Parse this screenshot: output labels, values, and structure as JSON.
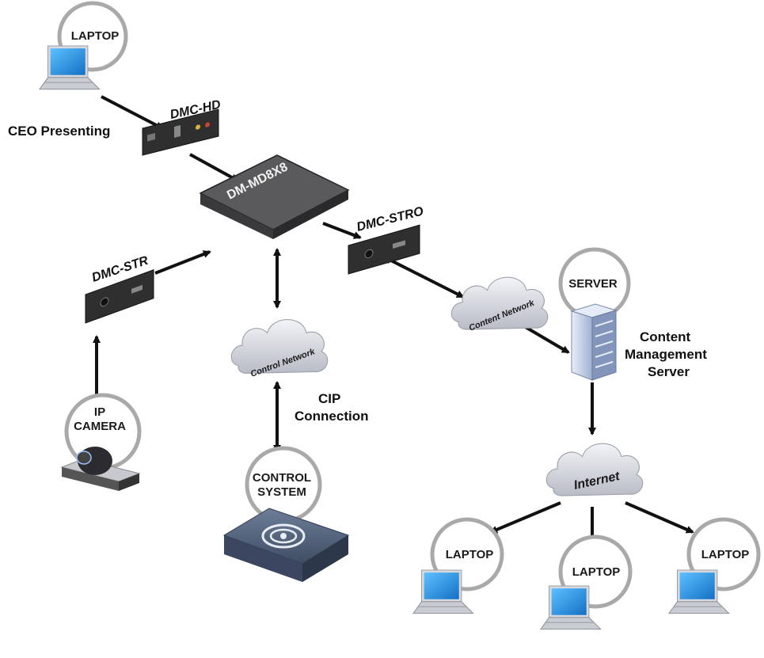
{
  "nodes": {
    "ceo_laptop": {
      "label": "LAPTOP"
    },
    "ceo_caption": "CEO Presenting",
    "dmc_hd": {
      "label": "DMC-HD"
    },
    "switcher": {
      "label": "DM-MD8X8"
    },
    "dmc_str": {
      "label": "DMC-STR"
    },
    "dmc_stro": {
      "label": "DMC-STRO"
    },
    "ip_camera": {
      "label_line1": "IP",
      "label_line2": "CAMERA"
    },
    "control_network": {
      "label": "Control Network"
    },
    "cip": {
      "line1": "CIP",
      "line2": "Connection"
    },
    "control_system": {
      "label_line1": "CONTROL",
      "label_line2": "SYSTEM"
    },
    "content_network": {
      "label": "Content Network"
    },
    "server": {
      "label": "SERVER"
    },
    "cms": {
      "line1": "Content",
      "line2": "Management",
      "line3": "Server"
    },
    "internet": {
      "label": "Internet"
    },
    "laptop_left": {
      "label": "LAPTOP"
    },
    "laptop_center": {
      "label": "LAPTOP"
    },
    "laptop_right": {
      "label": "LAPTOP"
    }
  },
  "colors": {
    "laptop_screen": "#1f8fe0",
    "device_dark": "#2f2f2f",
    "switcher_body": "#4a4a4c",
    "cloud": "#d9dbe1",
    "control_box": "#4e5f79",
    "server_body": "#c9d3e8",
    "bubble_ring": "#a9a9a9"
  },
  "icons": [
    "laptop-icon",
    "ip-camera-icon",
    "server-rack-icon",
    "cloud-icon",
    "crestron-swirl-icon"
  ]
}
